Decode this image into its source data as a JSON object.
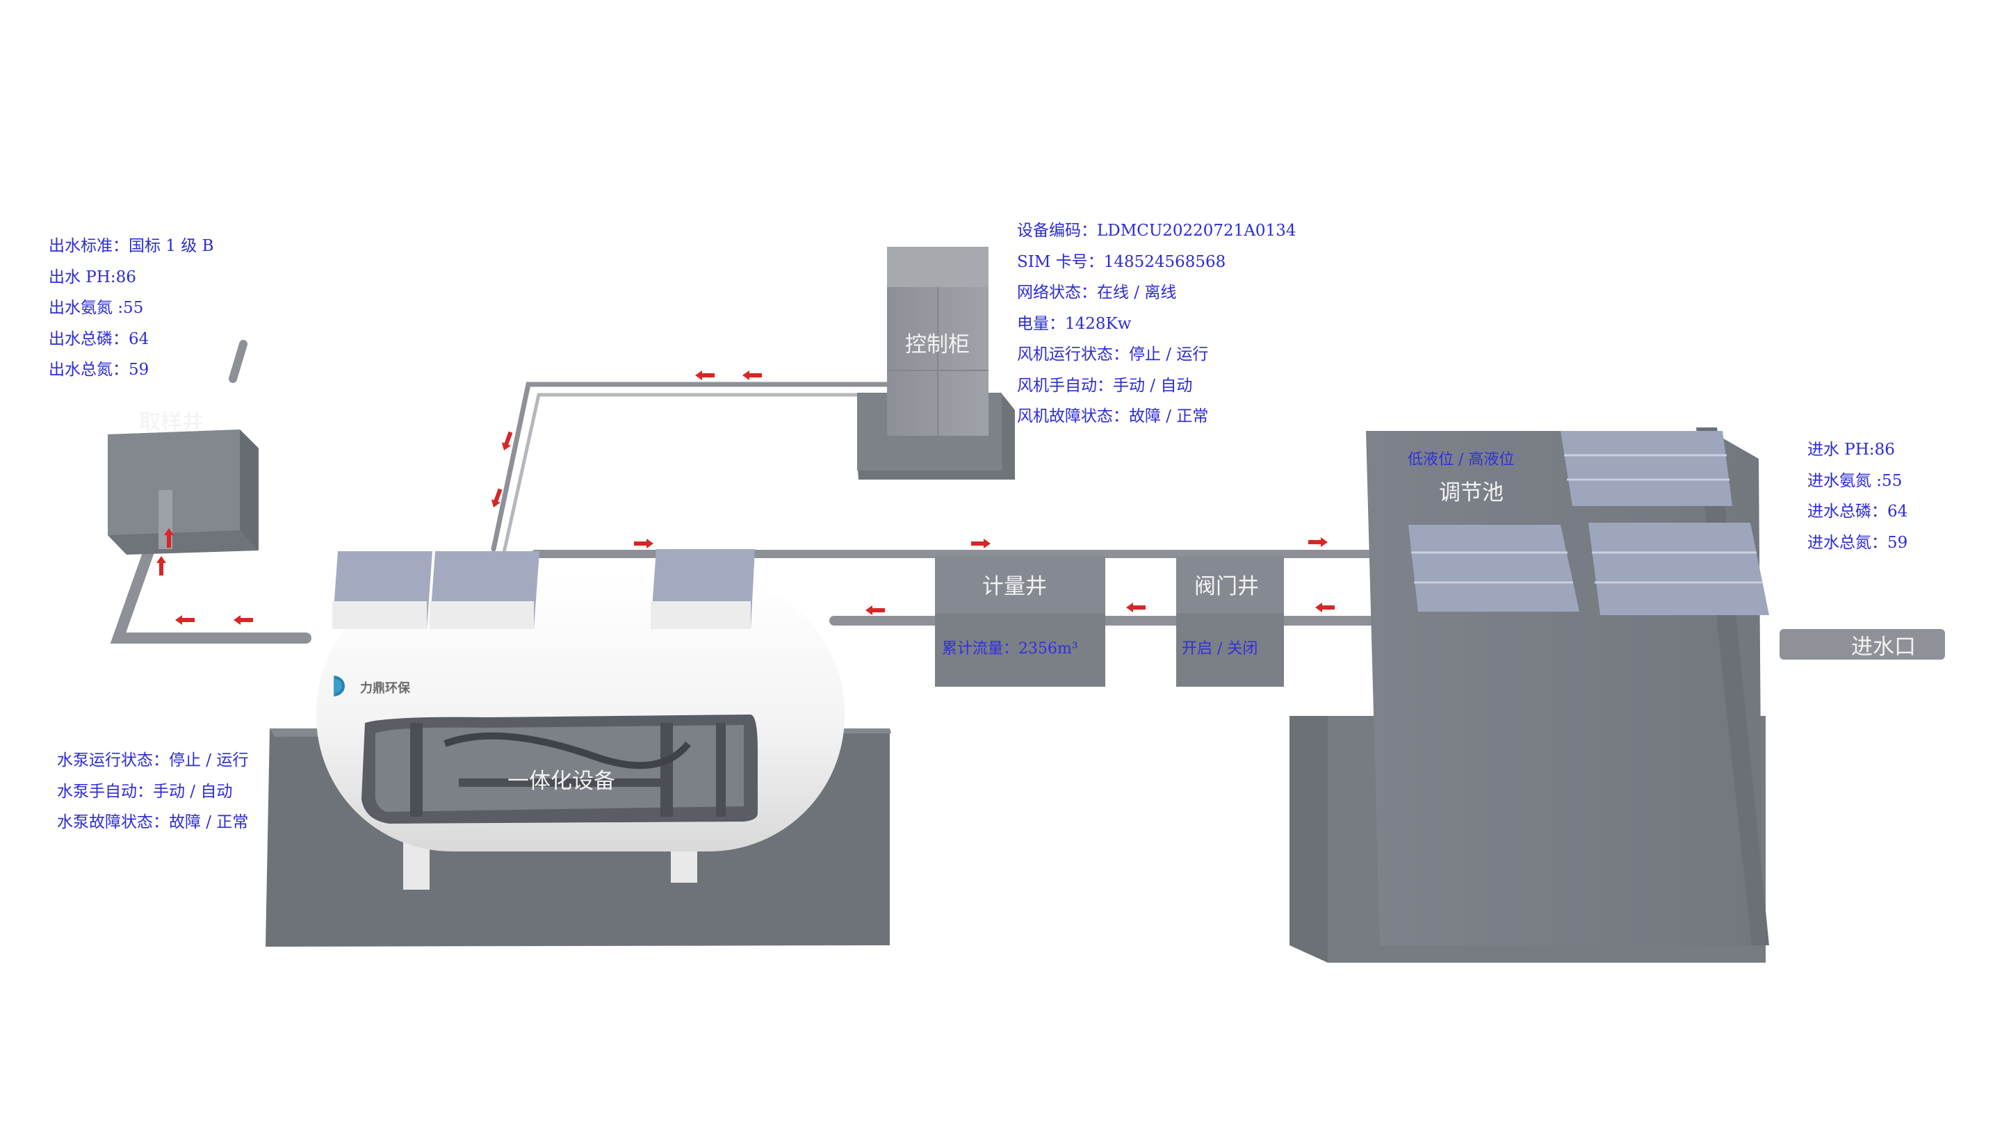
{
  "brand": {
    "name": "力鼎环保"
  },
  "units": {
    "sampling_well": "取样井",
    "integrated_equipment": "一体化设备",
    "control_cabinet": "控制柜",
    "metering_well": "计量井",
    "valve_well": "阀门井",
    "regulating_tank": "调节池",
    "water_inlet": "进水口"
  },
  "outlet_info": [
    "出水标准：国标 1 级 B",
    "出水 PH:86",
    "出水氨氮 :55",
    "出水总磷：64",
    "出水总氮：59"
  ],
  "cabinet_info": [
    "设备编码：LDMCU20220721A0134",
    "SIM 卡号：148524568568",
    "网络状态：在线 / 离线",
    "电量：1428Kw",
    "风机运行状态：停止 / 运行",
    "风机手自动：手动 / 自动",
    "风机故障状态：故障 / 正常"
  ],
  "inlet_info": [
    "进水 PH:86",
    "进水氨氮 :55",
    "进水总磷：64",
    "进水总氮：59"
  ],
  "pump_info": [
    "水泵运行状态：停止 / 运行",
    "水泵手自动：手动 / 自动",
    "水泵故障状态：故障 / 正常"
  ],
  "metering": {
    "cumulative_flow": "累计流量：2356m³"
  },
  "valve": {
    "state": "开启 / 关闭"
  },
  "tank": {
    "level": "低液位 / 高液位"
  },
  "colors": {
    "concrete": "#7b7f86",
    "concrete_dark": "#6a6e75",
    "lid": "#9aa2b8",
    "pipe": "#8d9097",
    "arrow": "#d82525",
    "label_blue": "#2b2bd8",
    "tank_white": "#f6f6f6"
  }
}
